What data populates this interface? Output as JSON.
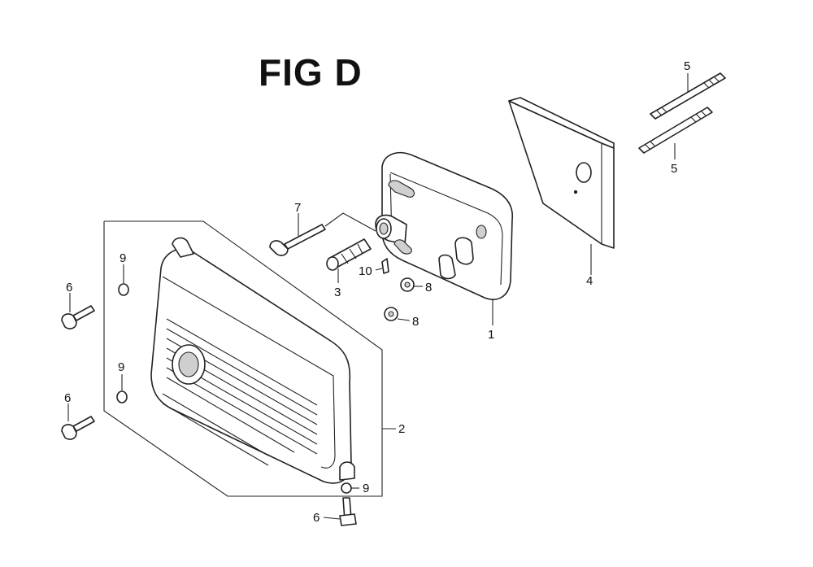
{
  "figure": {
    "title": "FIG D"
  },
  "labels": {
    "p1": "1",
    "p2": "2",
    "p3": "3",
    "p4": "4",
    "p5a": "5",
    "p5b": "5",
    "p6a": "6",
    "p6b": "6",
    "p6c": "6",
    "p7": "7",
    "p8a": "8",
    "p8b": "8",
    "p9a": "9",
    "p9b": "9",
    "p9c": "9",
    "p10": "10"
  }
}
